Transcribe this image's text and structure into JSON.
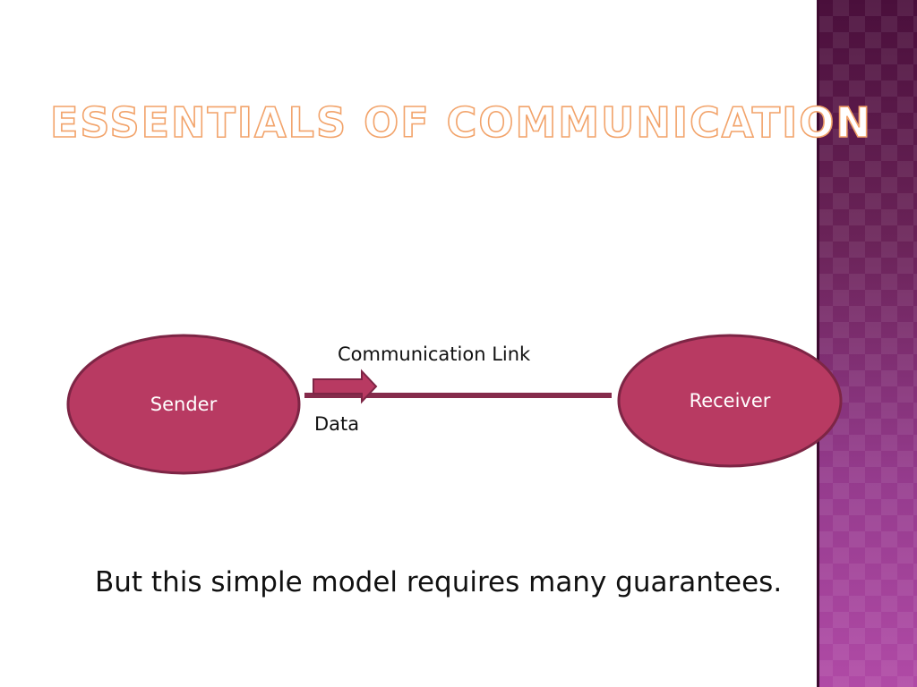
{
  "slide": {
    "title": "Essentials of Communication",
    "caption": "But this simple model requires many guarantees."
  },
  "diagram": {
    "sender_label": "Sender",
    "receiver_label": "Receiver",
    "link_label": "Communication Link",
    "data_label": "Data"
  },
  "colors": {
    "node_fill": "#b83a62",
    "node_stroke": "#7d2545",
    "link": "#852b4b",
    "title_outline": "#f2a36a",
    "band_top": "#4a0f3b",
    "band_bottom": "#b04aa6"
  }
}
